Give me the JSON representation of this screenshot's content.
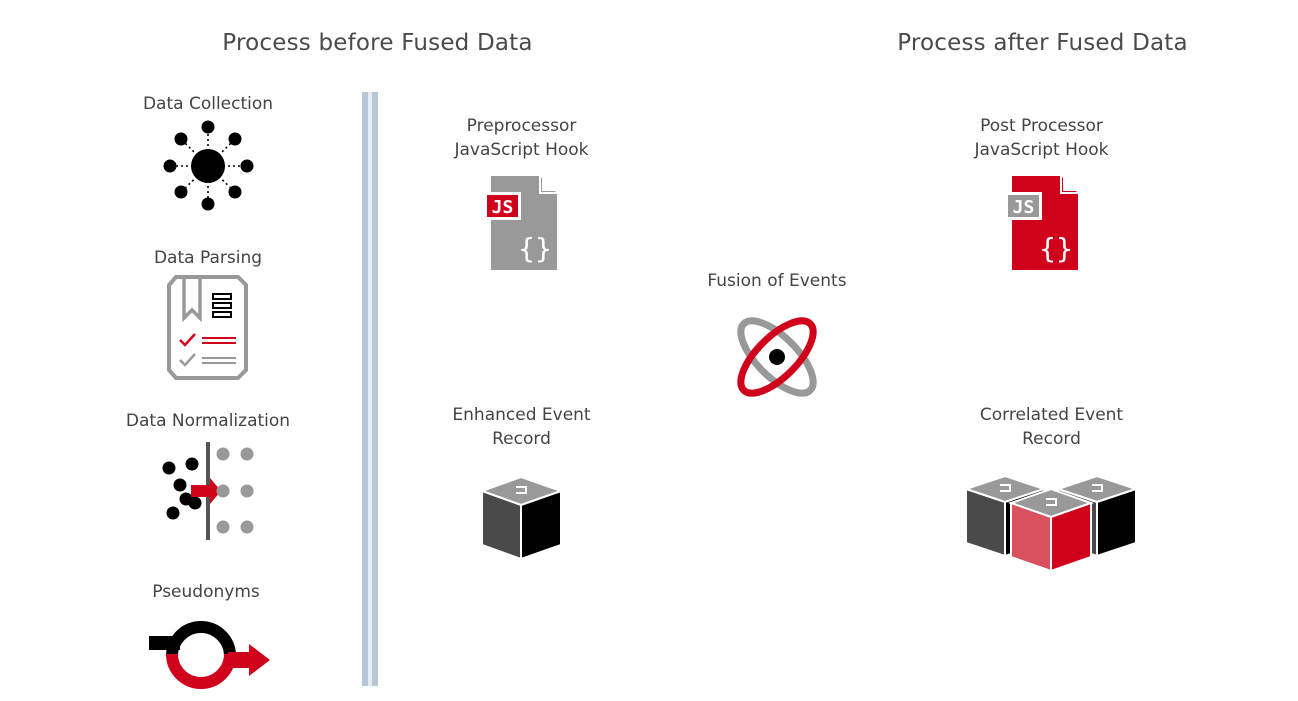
{
  "headings": {
    "before": "Process before Fused Data",
    "after": "Process after Fused Data"
  },
  "steps": [
    {
      "label": "Data Collection",
      "icon": "data-collection-icon"
    },
    {
      "label": "Data Parsing",
      "icon": "data-parsing-icon"
    },
    {
      "label": "Data Normalization",
      "icon": "data-normalization-icon"
    },
    {
      "label": "Pseudonyms",
      "icon": "pseudonyms-icon"
    }
  ],
  "preprocessor": {
    "line1": "Preprocessor",
    "line2": "JavaScript Hook",
    "badge": "JS",
    "braces": "{}"
  },
  "postprocessor": {
    "line1": "Post Processor",
    "line2": "JavaScript Hook",
    "badge": "JS",
    "braces": "{}"
  },
  "enhanced_record": {
    "line1": "Enhanced Event",
    "line2": "Record"
  },
  "correlated_record": {
    "line1": "Correlated Event",
    "line2": "Record"
  },
  "fusion": {
    "label": "Fusion of Events"
  },
  "colors": {
    "accent_red": "#d0021b",
    "light_red": "#d9505f",
    "gray": "#999999",
    "dark_gray": "#4a4a4a",
    "black": "#000000",
    "divider": "#b8c7d8"
  }
}
